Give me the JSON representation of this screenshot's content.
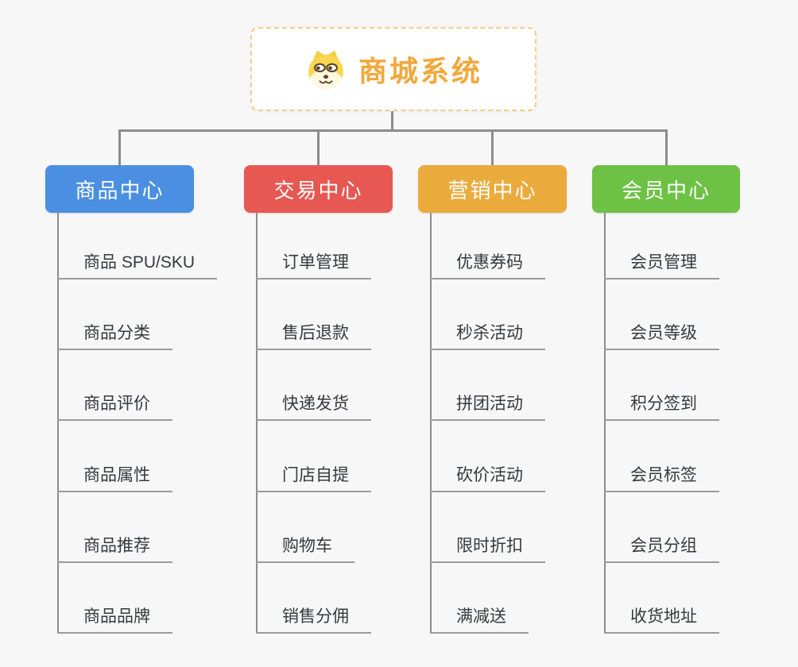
{
  "root": {
    "title": "商城系统",
    "icon": "dog-face-icon",
    "title_color": "#f1a83c",
    "border_color": "#f2cd8c"
  },
  "colors": {
    "background": "#f7f7f7",
    "connector": "#8c8c8c",
    "leaf_underline": "#9b9b9b",
    "leaf_text": "#36393d"
  },
  "branches": [
    {
      "label": "商品中心",
      "color": "#4a8fe2",
      "items": [
        "商品 SPU/SKU",
        "商品分类",
        "商品评价",
        "商品属性",
        "商品推荐",
        "商品品牌"
      ]
    },
    {
      "label": "交易中心",
      "color": "#e75852",
      "items": [
        "订单管理",
        "售后退款",
        "快递发货",
        "门店自提",
        "购物车",
        "销售分佣"
      ]
    },
    {
      "label": "营销中心",
      "color": "#ebab3c",
      "items": [
        "优惠券码",
        "秒杀活动",
        "拼团活动",
        "砍价活动",
        "限时折扣",
        "满减送"
      ]
    },
    {
      "label": "会员中心",
      "color": "#6dc144",
      "items": [
        "会员管理",
        "会员等级",
        "积分签到",
        "会员标签",
        "会员分组",
        "收货地址"
      ]
    }
  ]
}
